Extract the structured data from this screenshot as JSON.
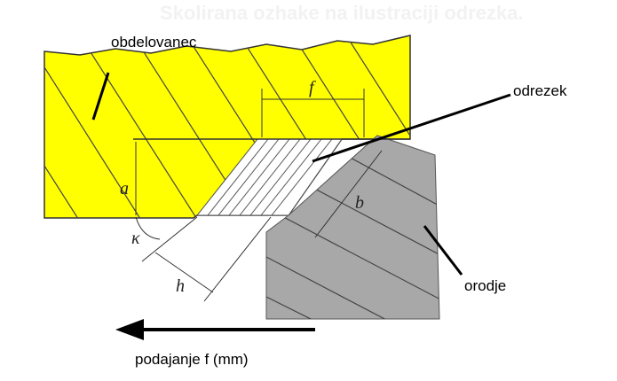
{
  "title_faded": "Skolirana ozhake na ilustraciji odrezka.",
  "labels": {
    "workpiece": "obdelovanec",
    "chip": "odrezek",
    "tool": "orodje",
    "feed": "podajanje  f (mm)"
  },
  "symbols": {
    "f": "f",
    "a": "a",
    "b": "b",
    "kappa": "κ",
    "h": "h"
  },
  "colors": {
    "workpiece": "#ffff00",
    "tool": "#a8a8a8",
    "chip": "#ffffff"
  }
}
